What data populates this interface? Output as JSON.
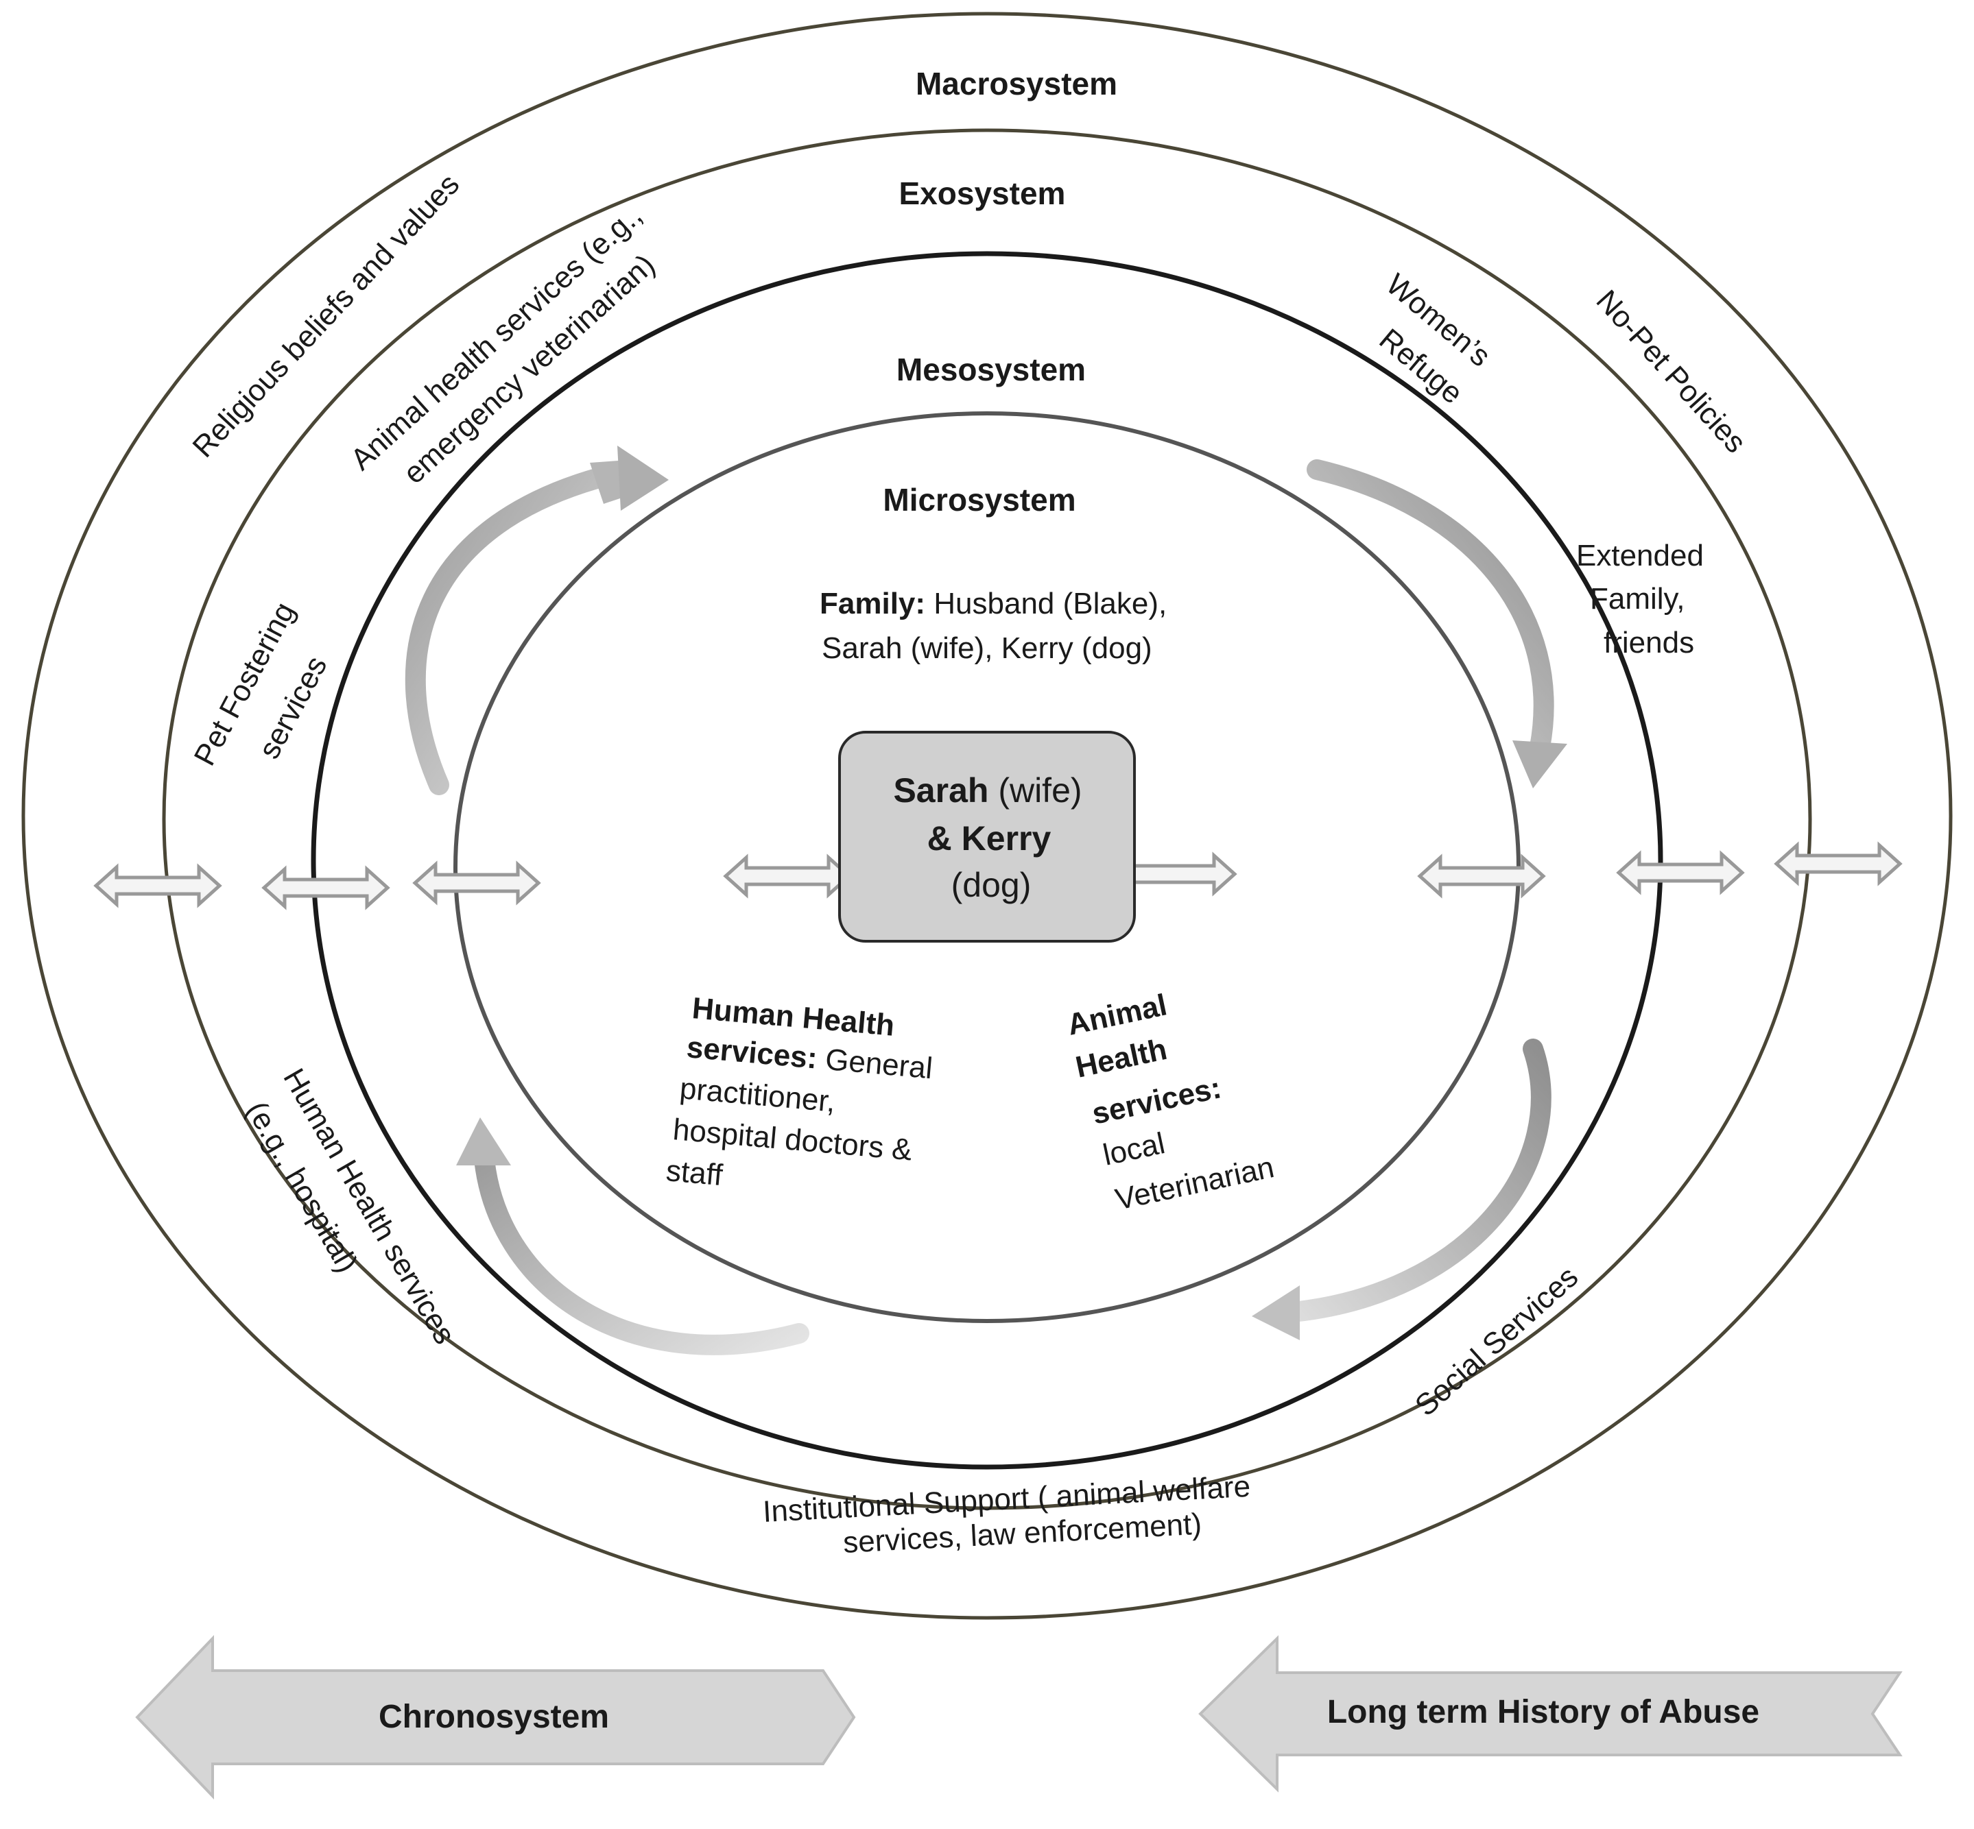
{
  "layers": {
    "macro": "Macrosystem",
    "exo": "Exosystem",
    "meso": "Mesosystem",
    "micro": "Microsystem"
  },
  "macro_items": {
    "religious": "Religious beliefs and values",
    "no_pet_1": "No-Pet Policies"
  },
  "exo_items": {
    "animal_health_1": "Animal health  services (e.g.,",
    "animal_health_2": "emergency veterinarian)",
    "womens_1": "Women’s",
    "womens_2": "Refuge",
    "extended_1": "Extended",
    "extended_2": "Family,",
    "extended_3": "friends",
    "pet_fostering_1": "Pet Fostering",
    "pet_fostering_2": "services",
    "human_health_1": "Human Health services",
    "human_health_2": "(e.g., hospital)",
    "social": "Social Services",
    "institutional_1": "Institutional Support ( animal welfare",
    "institutional_2": "services, law enforcement)"
  },
  "micro_items": {
    "family_bold": "Family:",
    "family_1": " Husband (Blake),",
    "family_2": "Sarah (wife), Kerry (dog)",
    "hh_bold_1": "Human Health",
    "hh_bold_2": "services:",
    "hh_1": " General",
    "hh_2": "practitioner,",
    "hh_3": "hospital doctors &",
    "hh_4": "staff",
    "ah_bold_1": "Animal",
    "ah_bold_2": "Health",
    "ah_bold_3": "services:",
    "ah_1": "local",
    "ah_2": "Veterinarian"
  },
  "center": {
    "name_bold": "Sarah",
    "name_rest": " (wife)",
    "line2": "& Kerry",
    "line3": "(dog)"
  },
  "chronosystem": {
    "left": "Chronosystem",
    "right": "Long term History of Abuse"
  },
  "colors": {
    "macro_ring": "#4a4636",
    "exo_ring": "#4a4636",
    "meso_ring": "#1a1a1a",
    "micro_ring": "#555555",
    "center_box": "#d0d0d0",
    "arrow_fill": "#cfcfcf"
  }
}
